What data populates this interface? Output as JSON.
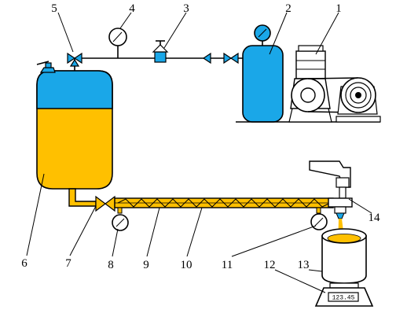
{
  "callouts": [
    "1",
    "2",
    "3",
    "4",
    "5",
    "6",
    "7",
    "8",
    "9",
    "10",
    "11",
    "12",
    "13",
    "14"
  ],
  "scale_display": "123.45",
  "colors": {
    "tank_gas": "#1aa7e8",
    "tank_liquid": "#ffc000",
    "compressor_tank": "#1aa7e8",
    "line_stroke": "#000000",
    "valve_fill": "#1aa7e8",
    "screw_pipe": "#ffc000"
  }
}
